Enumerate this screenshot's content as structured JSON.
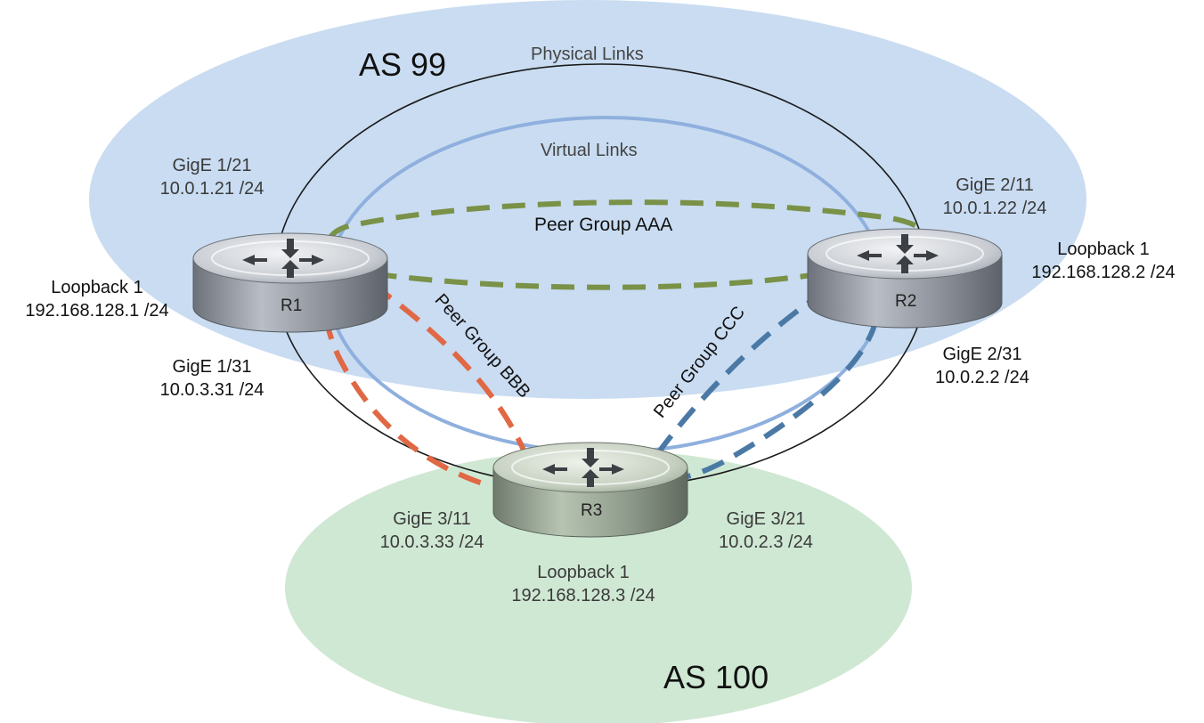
{
  "as_labels": {
    "as99": "AS 99",
    "as100": "AS 100"
  },
  "link_labels": {
    "physical": "Physical Links",
    "virtual": "Virtual Links"
  },
  "peer_groups": {
    "aaa": "Peer Group AAA",
    "bbb": "Peer Group BBB",
    "ccc": "Peer Group CCC"
  },
  "routers": {
    "r1": {
      "name": "R1",
      "iface_top_name": "GigE 1/21",
      "iface_top_ip": "10.0.1.21 /24",
      "loopback_name": "Loopback 1",
      "loopback_ip": "192.168.128.1 /24",
      "iface_bottom_name": "GigE 1/31",
      "iface_bottom_ip": "10.0.3.31 /24"
    },
    "r2": {
      "name": "R2",
      "iface_top_name": "GigE 2/11",
      "iface_top_ip": "10.0.1.22 /24",
      "loopback_name": "Loopback 1",
      "loopback_ip": "192.168.128.2 /24",
      "iface_bottom_name": "GigE 2/31",
      "iface_bottom_ip": "10.0.2.2 /24"
    },
    "r3": {
      "name": "R3",
      "iface_left_name": "GigE 3/11",
      "iface_left_ip": "10.0.3.33 /24",
      "iface_right_name": "GigE 3/21",
      "iface_right_ip": "10.0.2.3 /24",
      "loopback_name": "Loopback 1",
      "loopback_ip": "192.168.128.3 /24"
    }
  },
  "colors": {
    "as99_fill": "#c9dcf1",
    "as100_fill": "#cfe8d3",
    "physical_link": "#1a1a1a",
    "virtual_link": "#8fb0de",
    "peer_aaa": "#7a9148",
    "peer_bbb": "#e06845",
    "peer_ccc": "#4b79a6"
  }
}
